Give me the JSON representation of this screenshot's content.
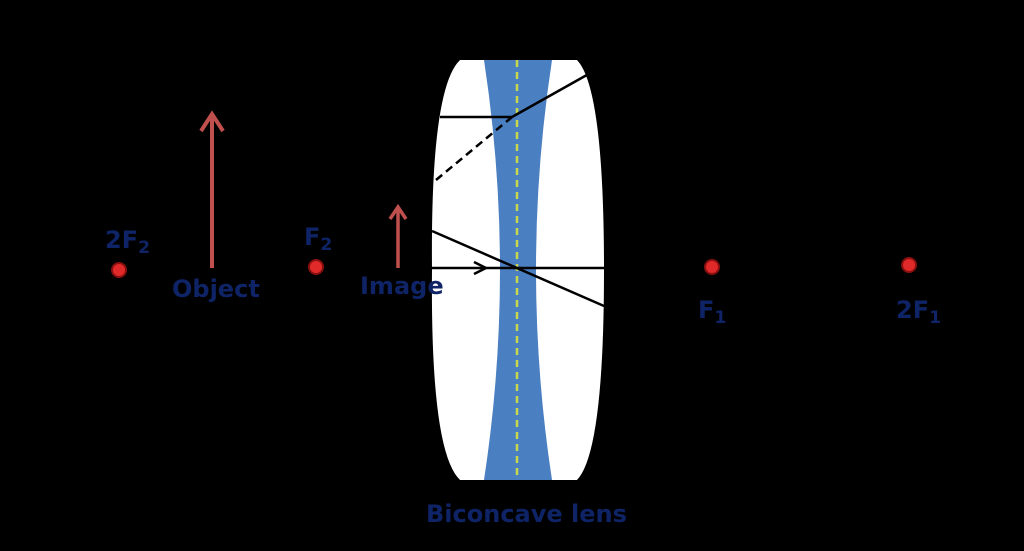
{
  "labels": {
    "two_f2": "2F",
    "two_f2_sub": "2",
    "f2": "F",
    "f2_sub": "2",
    "f1": "F",
    "f1_sub": "1",
    "two_f1": "2F",
    "two_f1_sub": "1",
    "object": "Object",
    "image": "Image",
    "lens": "Biconcave lens"
  },
  "colors": {
    "background": "#000000",
    "lens_blue": "#4a7fc1",
    "lens_white": "#ffffff",
    "axis_dash": "#c8d84a",
    "arrow_red": "#c0504d",
    "focal_dot": "#e02a2a",
    "label_navy": "#0f2466",
    "ray": "#000000"
  }
}
